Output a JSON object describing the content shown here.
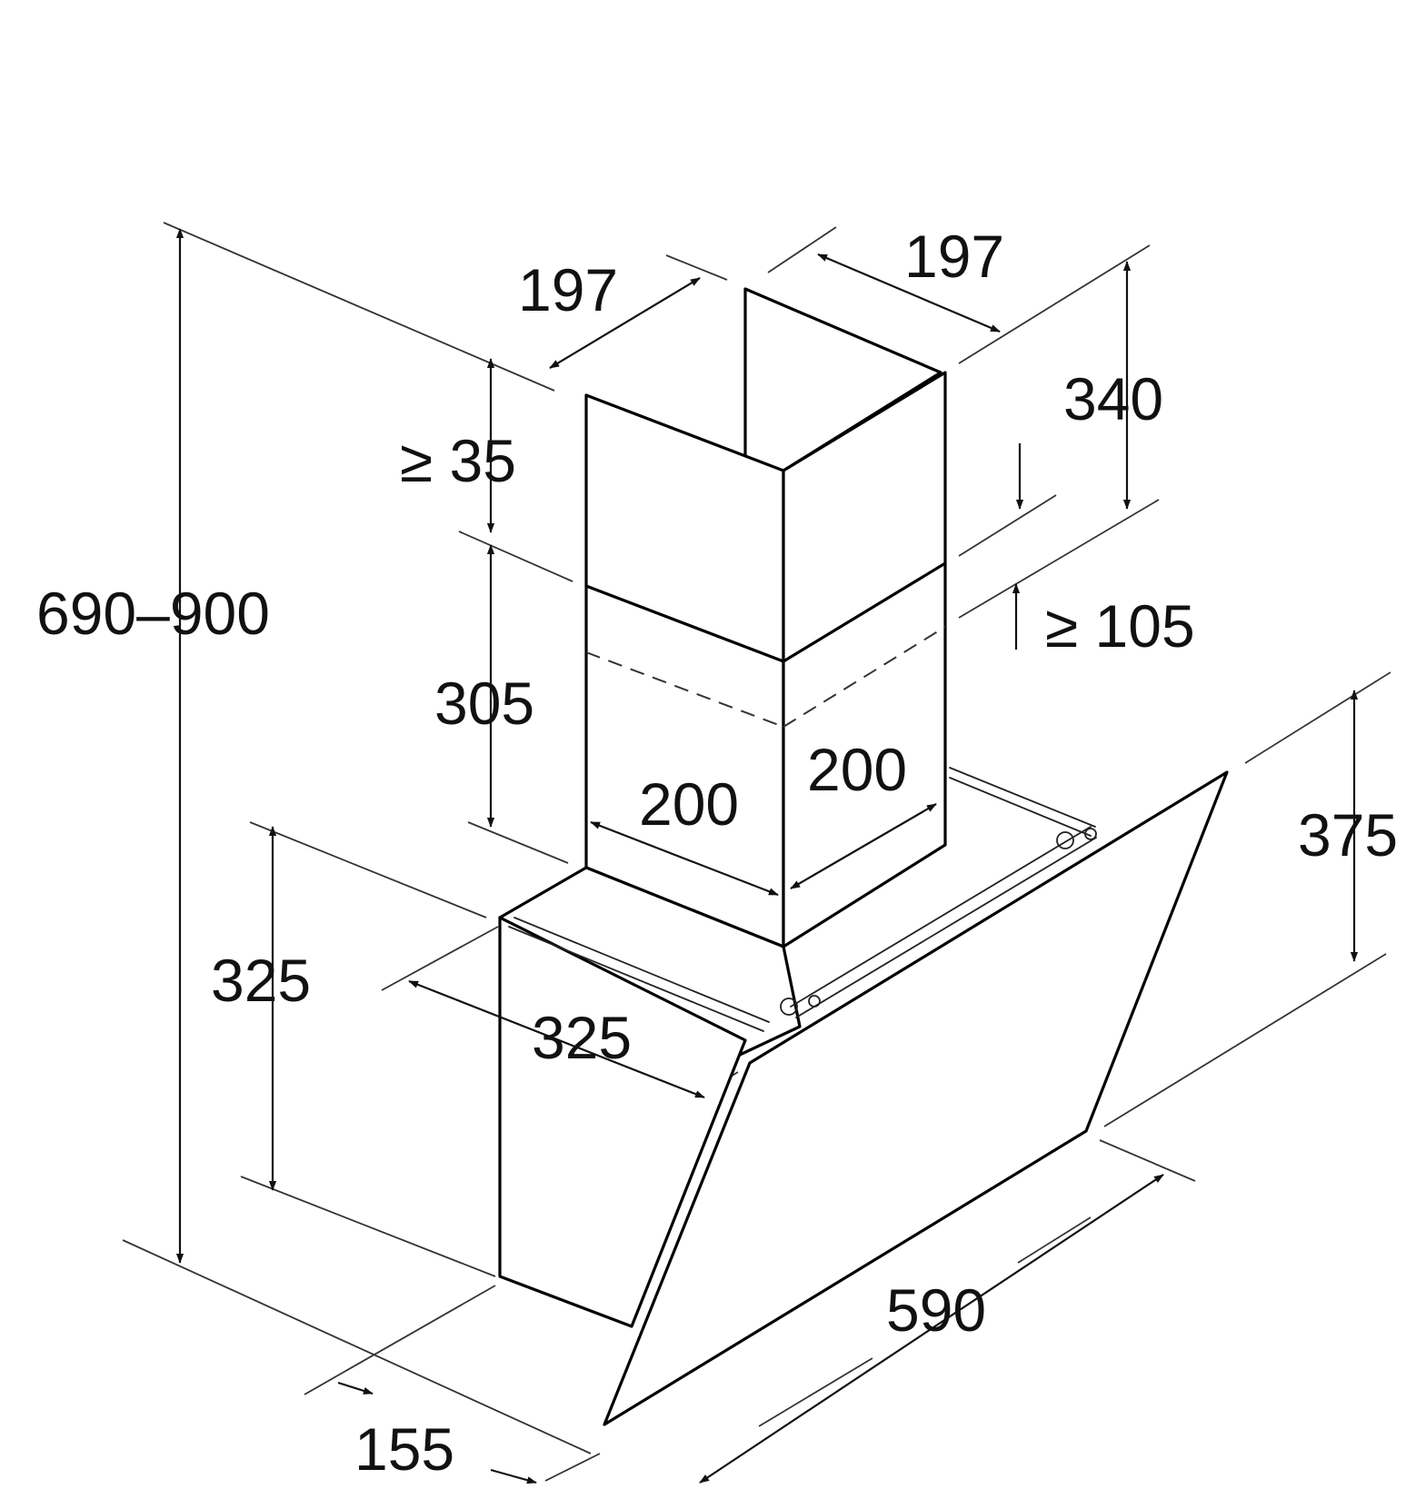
{
  "diagram": {
    "labels": {
      "top_left_width": "197",
      "top_right_width": "197",
      "chimney_upper": "340",
      "gap_top": "≥ 35",
      "gap_bottom": "≥ 105",
      "total_height": "690–900",
      "chimney_lower": "305",
      "chimney_depth_left": "200",
      "chimney_depth_right": "200",
      "body_height": "325",
      "body_depth": "325",
      "panel_height": "375",
      "panel_width": "590",
      "base_depth": "155"
    },
    "colors": {
      "stroke": "#000000",
      "background": "#ffffff"
    }
  }
}
